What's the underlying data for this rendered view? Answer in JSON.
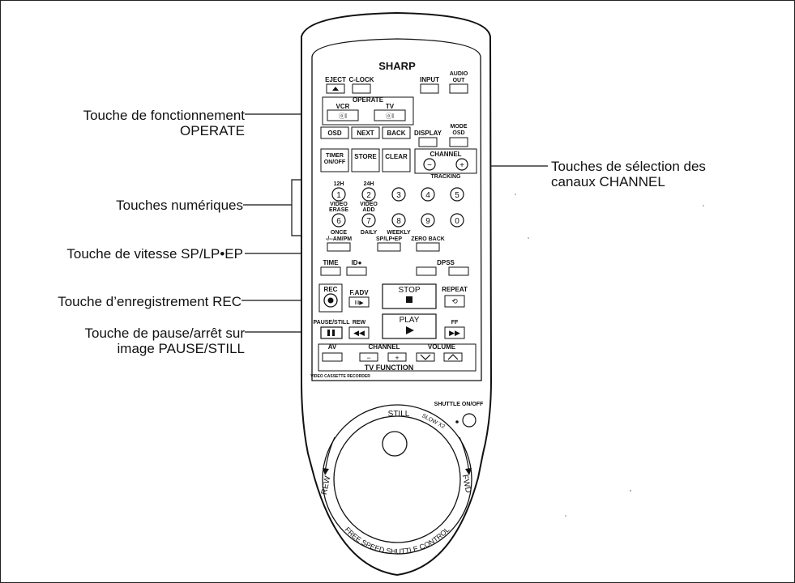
{
  "brand": "SHARP",
  "callouts": {
    "operate_1": "Touche de fonctionnement",
    "operate_2": "OPERATE",
    "numeric": "Touches numériques",
    "speed": "Touche de vitesse SP/LP•EP",
    "rec": "Touche d’enregistrement REC",
    "pause_1": "Touche de pause/arrêt sur",
    "pause_2": "image PAUSE/STILL",
    "channel_1": "Touches de sélection des",
    "channel_2": "canaux CHANNEL"
  },
  "buttons": {
    "eject": "EJECT",
    "clock": "C-LOCK",
    "input": "INPUT",
    "audio_out_1": "AUDIO",
    "audio_out_2": "OUT",
    "operate": "OPERATE",
    "vcr": "VCR",
    "tv": "TV",
    "osd": "OSD",
    "next": "NEXT",
    "back": "BACK",
    "display": "DISPLAY",
    "mode_osd_1": "MODE",
    "mode_osd_2": "OSD",
    "timer_1": "TIMER",
    "timer_2": "ON/OFF",
    "store": "STORE",
    "clear": "CLEAR",
    "channel": "CHANNEL",
    "tracking": "TRACKING",
    "num_1": "1",
    "num_2": "2",
    "num_3": "3",
    "num_4": "4",
    "num_5": "5",
    "num_6": "6",
    "num_7": "7",
    "num_8": "8",
    "num_9": "9",
    "num_0": "0",
    "note_12h": "12H",
    "note_24h": "24H",
    "note_vps_1": "VIDEO",
    "note_vps_2": "ERASE",
    "note_prog_1": "VIDEO",
    "note_prog_2": "ADD",
    "once": "ONCE",
    "daily": "DAILY",
    "weekly": "WEEKLY",
    "am_pm": "-/--AM/PM",
    "sp_lp_ep": "SP/LP•EP",
    "zero_back": "ZERO BACK",
    "time": "TIME",
    "idx": "ID●",
    "dpss": "DPSS",
    "rec": "REC",
    "fadv": "F.ADV",
    "stop": "STOP",
    "repeat": "REPEAT",
    "pause_still": "PAUSE/STILL",
    "rew": "REW",
    "play": "PLAY",
    "ff": "FF",
    "av": "AV",
    "tv_channel": "CHANNEL",
    "volume": "VOLUME",
    "tv_function": "TV FUNCTION",
    "video_cassette": "VIDEO CASSETTE RECORDER",
    "shuttle_onoff": "SHUTTLE ON/OFF"
  },
  "dial": {
    "still": "STILL",
    "slow": "SLOW X2",
    "rew": "REW",
    "fwd": "FWD",
    "free_speed": "FREE SPEED SHUTTLE CONTROL"
  }
}
